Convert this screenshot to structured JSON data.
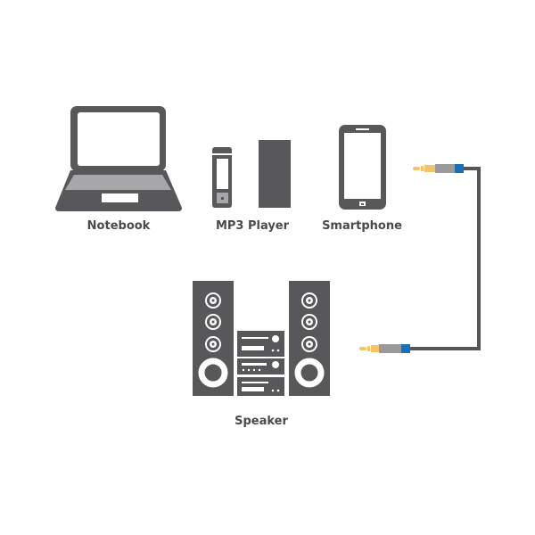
{
  "labels": {
    "notebook": "Notebook",
    "mp3_player": "MP3 Player",
    "smartphone": "Smartphone",
    "speaker": "Speaker"
  },
  "colors": {
    "device": "#58585a",
    "device_light": "#a7a7a9",
    "plug_tip": "#f5c46a",
    "plug_sleeve": "#9a9a9c",
    "plug_ring": "#1a6fb5",
    "cable": "#555557"
  },
  "icons": [
    "notebook-icon",
    "mp3-player-icon",
    "smartphone-icon",
    "speaker-system-icon",
    "audio-cable-icon"
  ]
}
